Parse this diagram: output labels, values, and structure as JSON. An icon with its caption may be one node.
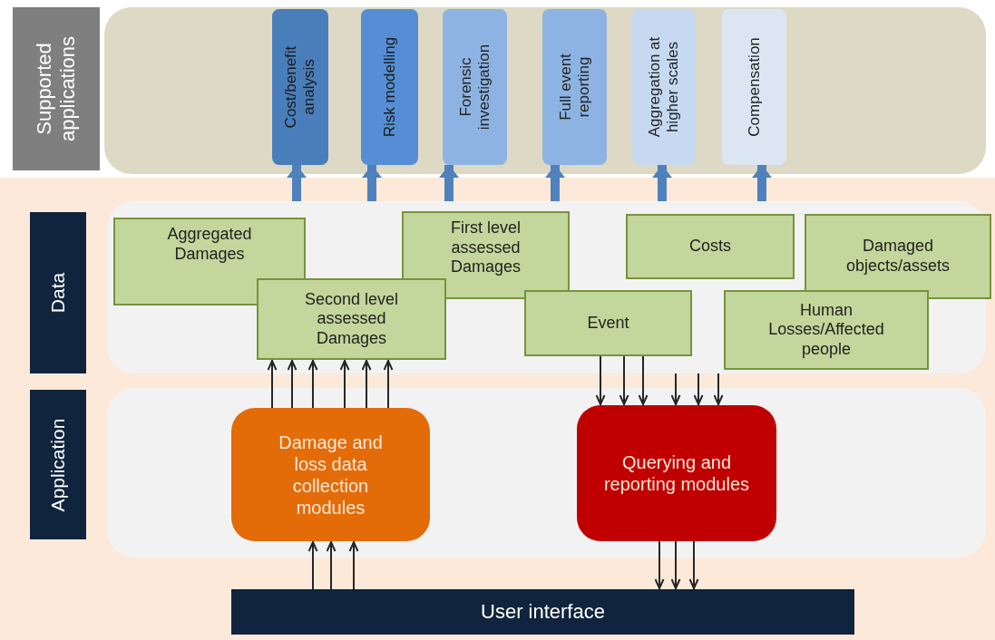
{
  "diagram": {
    "nodes": [
      {
        "text": [
          "Supported applications"
        ]
      },
      {
        "text": [],
        "shape": "box"
      },
      {
        "text": [
          "Cost/benefit analysis"
        ],
        "in": 1
      },
      {
        "text": [
          "Risk modelling"
        ],
        "in": 1
      },
      {
        "text": [
          "Forensic investigation"
        ],
        "in": 1
      },
      {
        "text": [
          "Full event reporting"
        ],
        "in": 1
      },
      {
        "text": [
          "Aggregation at higher scales"
        ],
        "in": 1
      },
      {
        "text": [
          "Compensation"
        ],
        "in": 1
      },
      {
        "text": [
          "Data"
        ]
      },
      {
        "text": [],
        "shape": "box"
      },
      {
        "text": [
          "Aggregated Damages"
        ],
        "in": 9
      },
      {
        "text": [
          "First level assessed Damages"
        ],
        "in": 9
      },
      {
        "text": [
          "Costs"
        ],
        "in": 9
      },
      {
        "text": [
          "Damaged objects/assets"
        ],
        "in": 9
      },
      {
        "text": [
          "Second level assessed Damages"
        ],
        "in": 9
      },
      {
        "text": [
          "Event"
        ],
        "in": 9
      },
      {
        "text": [
          "Human Losses/Affected people"
        ],
        "in": 9
      },
      {
        "text": [
          "Application"
        ]
      },
      {
        "text": [],
        "shape": "box"
      },
      {
        "text": [
          "Damage and loss data collection modules"
        ],
        "in": 18
      },
      {
        "text": [
          "Querying and reporting modules"
        ],
        "in": 18
      },
      {
        "text": [
          "User interface"
        ]
      }
    ],
    "edges": [
      {
        "from": 9,
        "to": 2,
        "arrow": "to",
        "style": "thick",
        "color": "#4f81bd"
      },
      {
        "from": 9,
        "to": 3,
        "arrow": "to",
        "style": "thick",
        "color": "#4f81bd"
      },
      {
        "from": 9,
        "to": 4,
        "arrow": "to",
        "style": "thick",
        "color": "#4f81bd"
      },
      {
        "from": 9,
        "to": 5,
        "arrow": "to",
        "style": "thick",
        "color": "#4f81bd"
      },
      {
        "from": 9,
        "to": 6,
        "arrow": "to",
        "style": "thick",
        "color": "#4f81bd"
      },
      {
        "from": 9,
        "to": 7,
        "arrow": "to",
        "style": "thick",
        "color": "#4f81bd"
      },
      {
        "from": 19,
        "to": 14,
        "arrow": "to"
      },
      {
        "from": 19,
        "to": 14,
        "arrow": "to"
      },
      {
        "from": 19,
        "to": 14,
        "arrow": "to"
      },
      {
        "from": 19,
        "to": 14,
        "arrow": "to"
      },
      {
        "from": 19,
        "to": 14,
        "arrow": "to"
      },
      {
        "from": 19,
        "to": 14,
        "arrow": "to"
      },
      {
        "from": 15,
        "to": 20,
        "arrow": "to"
      },
      {
        "from": 15,
        "to": 20,
        "arrow": "to"
      },
      {
        "from": 15,
        "to": 20,
        "arrow": "to"
      },
      {
        "from": 9,
        "to": 20,
        "arrow": "to"
      },
      {
        "from": 9,
        "to": 20,
        "arrow": "to"
      },
      {
        "from": 9,
        "to": 20,
        "arrow": "to"
      },
      {
        "from": 21,
        "to": 19,
        "arrow": "to"
      },
      {
        "from": 21,
        "to": 19,
        "arrow": "to"
      },
      {
        "from": 21,
        "to": 19,
        "arrow": "to"
      },
      {
        "from": 20,
        "to": 21,
        "arrow": "to"
      },
      {
        "from": 20,
        "to": 21,
        "arrow": "to"
      },
      {
        "from": 20,
        "to": 21,
        "arrow": "to"
      }
    ]
  }
}
